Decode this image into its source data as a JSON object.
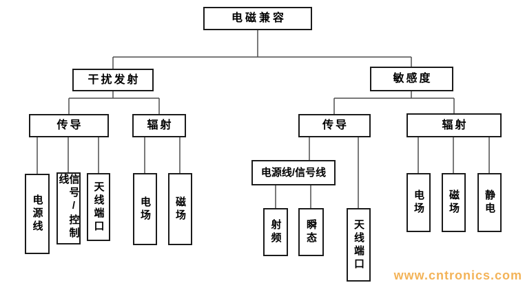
{
  "diagram": {
    "colors": {
      "box_border": "#1a1a1a",
      "connector": "#4d4d4d",
      "background": "#ffffff",
      "watermark": "#f2a63b"
    },
    "tree": {
      "label": "电磁兼容",
      "children": [
        {
          "label": "干扰发射",
          "children": [
            {
              "label": "传导",
              "children": [
                {
                  "label": "电源线"
                },
                {
                  "label": "信号/控制线"
                },
                {
                  "label": "天线端口"
                }
              ]
            },
            {
              "label": "辐射",
              "children": [
                {
                  "label": "电场"
                },
                {
                  "label": "磁场"
                }
              ]
            }
          ]
        },
        {
          "label": "敏感度",
          "children": [
            {
              "label": "传导",
              "children": [
                {
                  "label": "电源线/信号线",
                  "children": [
                    {
                      "label": "射频"
                    },
                    {
                      "label": "瞬态"
                    }
                  ]
                },
                {
                  "label": "天线端口"
                }
              ]
            },
            {
              "label": "辐射",
              "children": [
                {
                  "label": "电场"
                },
                {
                  "label": "磁场"
                },
                {
                  "label": "静电"
                }
              ]
            }
          ]
        }
      ]
    },
    "watermark": {
      "text": "www.cntronics.com"
    }
  }
}
